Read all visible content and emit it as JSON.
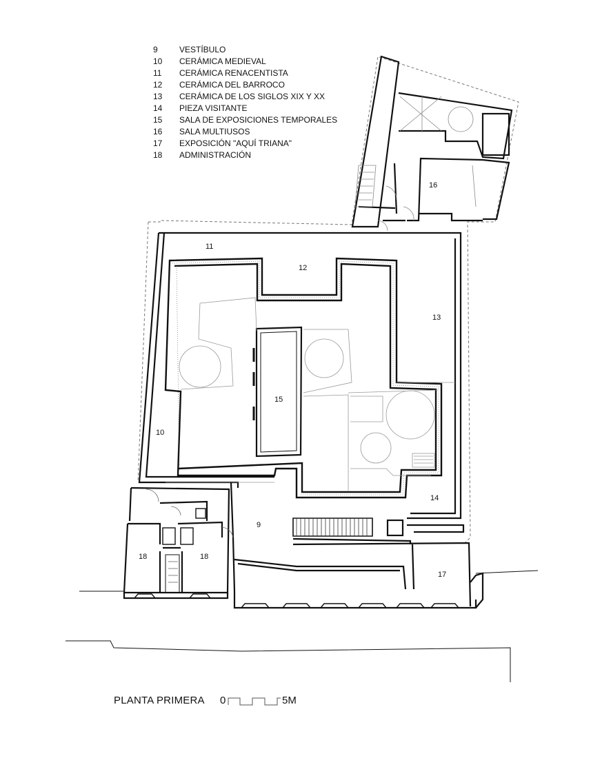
{
  "legend": {
    "items": [
      {
        "num": "9",
        "label": "VESTÍBULO"
      },
      {
        "num": "10",
        "label": "CERÁMICA MEDIEVAL"
      },
      {
        "num": "11",
        "label": "CERÁMICA RENACENTISTA"
      },
      {
        "num": "12",
        "label": "CERÁMICA DEL BARROCO"
      },
      {
        "num": "13",
        "label": "CERÁMICA DE LOS SIGLOS XIX Y XX"
      },
      {
        "num": "14",
        "label": "PIEZA VISITANTE"
      },
      {
        "num": "15",
        "label": "SALA DE EXPOSICIONES TEMPORALES"
      },
      {
        "num": "16",
        "label": "SALA MULTIUSOS"
      },
      {
        "num": "17",
        "label": "EXPOSICIÓN \"AQUÍ TRIANA\""
      },
      {
        "num": "18",
        "label": "ADMINISTRACIÓN"
      }
    ]
  },
  "rooms": {
    "r9": "9",
    "r10": "10",
    "r11": "11",
    "r12": "12",
    "r13": "13",
    "r14": "14",
    "r15": "15",
    "r16": "16",
    "r17": "17",
    "r18a": "18",
    "r18b": "18"
  },
  "footer": {
    "title": "PLANTA PRIMERA",
    "scale_start": "0",
    "scale_end": "5M"
  },
  "colors": {
    "wall": "#111111",
    "thin": "#888888",
    "fill": "#ffffff"
  }
}
